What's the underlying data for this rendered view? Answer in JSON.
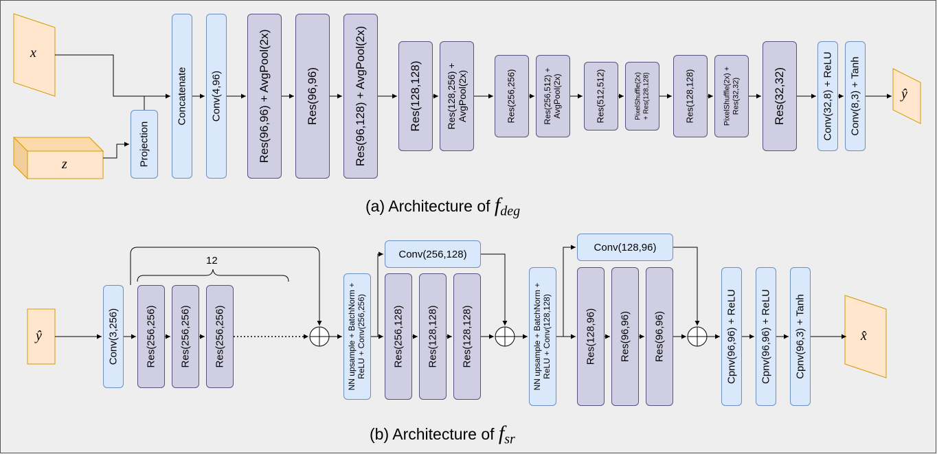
{
  "top": {
    "input_x": "x",
    "input_z": "z",
    "output": "ŷ",
    "projection": "Projection",
    "concatenate": "Concatenate",
    "conv_4_96": "Conv(4,96)",
    "res_96_96_pool": "Res(96,96) + AvgPool(2x)",
    "res_96_96": "Res(96,96)",
    "res_96_128_pool": "Res(96,128) + AvgPool(2x)",
    "res_128_128": "Res(128,128)",
    "res_128_256_pool_1": "Res(128,256) +",
    "res_128_256_pool_2": "AvgPool(2x)",
    "res_256_256": "Res(256,256)",
    "res_256_512_pool_1": "Res(256,512) +",
    "res_256_512_pool_2": "AvgPool(2x)",
    "res_512_512": "Res(512,512)",
    "pixelshuffle_a_1": "PixelShuffle(2x)",
    "pixelshuffle_a_2": "+ Res(128,128)",
    "res_128_128_b": "Res(128,128)",
    "pixelshuffle_b_1": "PixelShuffle(2x) +",
    "pixelshuffle_b_2": "Res(32,32)",
    "res_32_32": "Res(32,32)",
    "conv_32_8": "Conv(32,8) + ReLU",
    "conv_8_3": "Conv(8,3) + Tanh",
    "caption_text": "(a) Architecture of",
    "caption_math": "f",
    "caption_sub": "deg"
  },
  "bottom": {
    "input": "ŷ",
    "output": "x̂",
    "conv_3_256": "Conv(3,256)",
    "repeat_count": "12",
    "res_256_256_1": "Res(256,256)",
    "res_256_256_2": "Res(256,256)",
    "res_256_256_3": "Res(256,256)",
    "upsample_a_1": "NN upsample + BatchNorm +",
    "upsample_a_2": "ReLU + Conv(256,256)",
    "conv_256_128": "Conv(256,128)",
    "res_256_128": "Res(256,128)",
    "res_128_128_1": "Res(128,128)",
    "res_128_128_2": "Res(128,128)",
    "upsample_b_1": "NN upsample + BatchNorm +",
    "upsample_b_2": "ReLU + Conv(128,128)",
    "conv_128_96": "Conv(128,96)",
    "res_128_96": "Res(128,96)",
    "res_96_96_1": "Res(96,96)",
    "res_96_96_2": "Res(96,96)",
    "cpnv_96_96_1": "Cpnv(96,96) + ReLU",
    "cpnv_96_96_2": "Cpnv(96,96) + ReLU",
    "cpnv_96_3": "Cpnv(96,3) + Tanh",
    "caption_text": "(b) Architecture of",
    "caption_math": "f",
    "caption_sub": "sr"
  },
  "colors": {
    "background": "#eeeeee",
    "conv_fill": "#dae8fc",
    "conv_stroke": "#6c8ebf",
    "res_fill": "#d0cee2",
    "res_stroke": "#56517e",
    "io_fill": "#ffe6cc",
    "io_stroke": "#d79b00"
  }
}
